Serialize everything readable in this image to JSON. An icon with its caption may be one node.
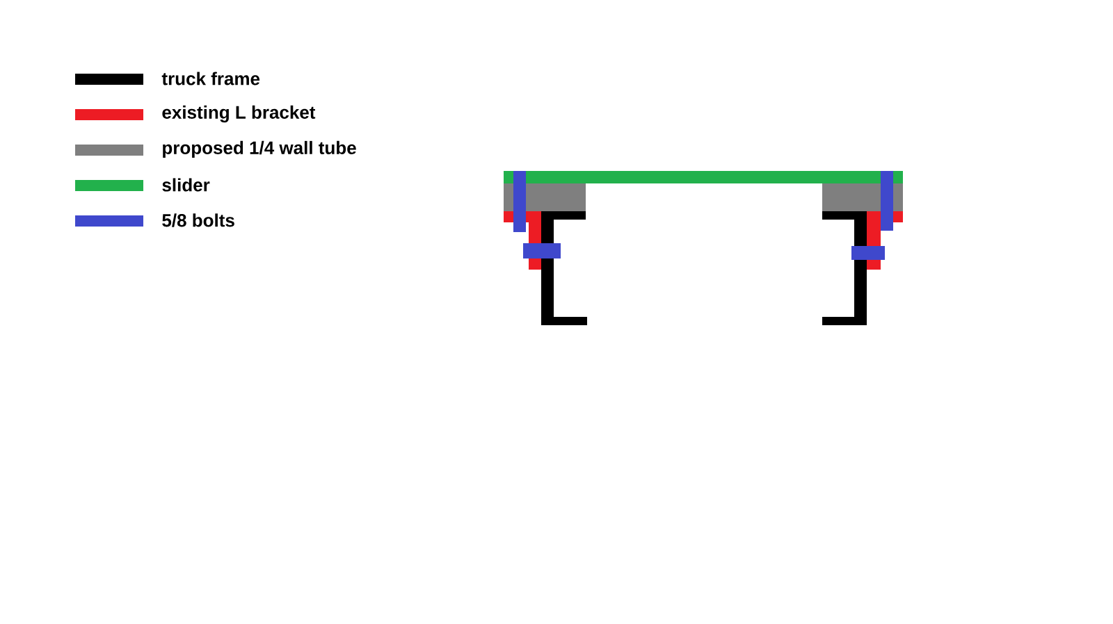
{
  "diagram": {
    "legend": [
      {
        "text": "truck frame",
        "color": "#000000"
      },
      {
        "text": "existing L bracket",
        "color": "#ed1c24"
      },
      {
        "text": "proposed 1/4 wall tube",
        "color": "#7f7f7f"
      },
      {
        "text": "slider",
        "color": "#22b14c"
      },
      {
        "text": "5/8 bolts",
        "color": "#3f48cc"
      }
    ]
  }
}
